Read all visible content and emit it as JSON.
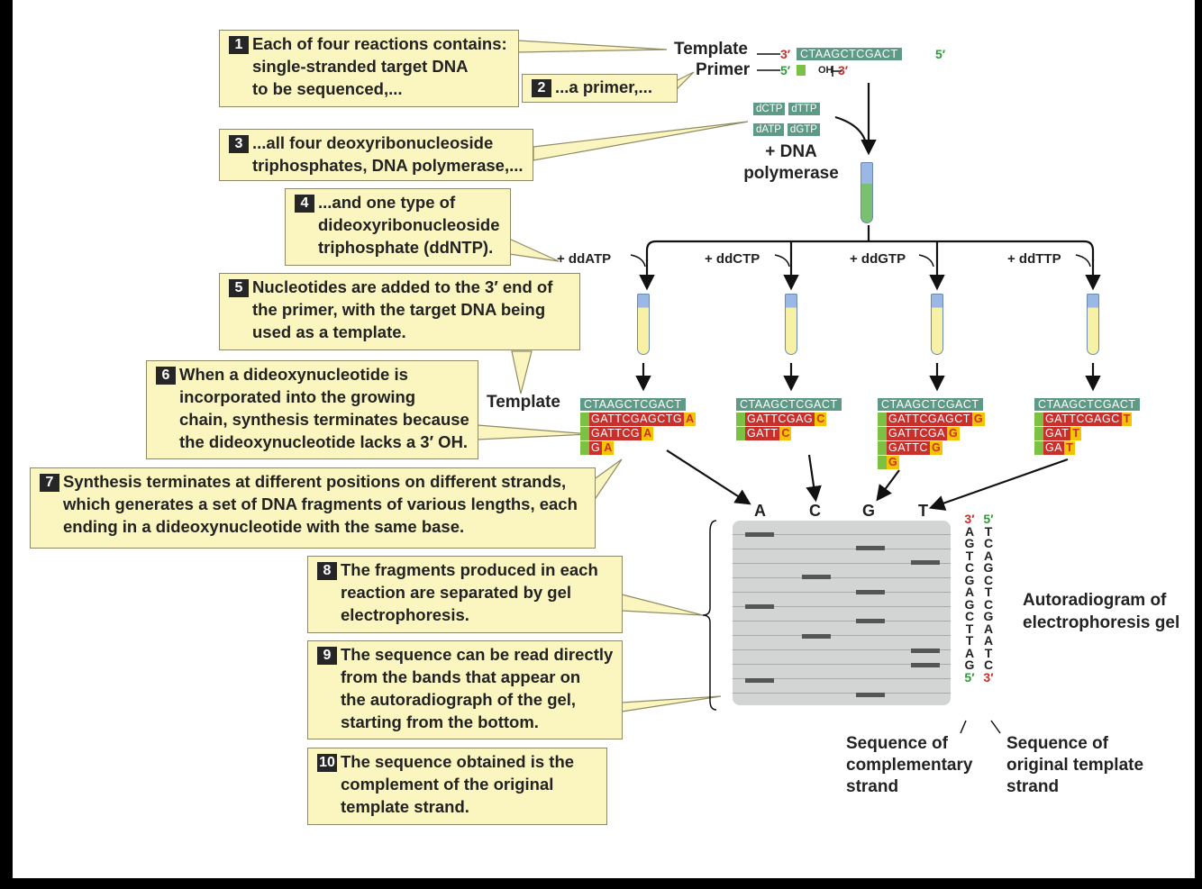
{
  "top": {
    "template_label": "Template",
    "primer_label": "Primer",
    "template_prime_left": "3′",
    "template_seq": "CTAAGCTCGACT",
    "template_prime_right": "5′",
    "primer_prime_left": "5′",
    "primer_oh": "OH",
    "primer_prime_right": "3′"
  },
  "ntps": [
    "dCTP",
    "dTTP",
    "dATP",
    "dGTP"
  ],
  "polymerase_label": [
    "+ DNA",
    "polymerase"
  ],
  "steps": [
    {
      "num": "1",
      "lines": [
        "Each of four reactions contains:",
        "single-stranded target DNA",
        "to be sequenced,..."
      ]
    },
    {
      "num": "2",
      "lines": [
        "...a primer,..."
      ]
    },
    {
      "num": "3",
      "lines": [
        "...all four deoxyribonucleoside",
        "triphosphates, DNA polymerase,..."
      ]
    },
    {
      "num": "4",
      "lines": [
        "...and one type of",
        "dideoxyribonucleoside",
        "triphosphate (ddNTP)."
      ]
    },
    {
      "num": "5",
      "lines": [
        "Nucleotides are added to the 3′ end of",
        "the primer, with the target DNA being",
        "used as a template."
      ]
    },
    {
      "num": "6",
      "lines": [
        "When a dideoxynucleotide is",
        "incorporated into the growing",
        "chain, synthesis terminates because",
        "the dideoxynucleotide lacks a 3′ OH."
      ]
    },
    {
      "num": "7",
      "lines": [
        "Synthesis terminates at different positions on different strands,",
        "which generates a set of DNA fragments of various lengths, each",
        "ending in a dideoxynucleotide with the same base."
      ]
    },
    {
      "num": "8",
      "lines": [
        "The fragments produced in each",
        "reaction are separated by gel",
        "electrophoresis."
      ]
    },
    {
      "num": "9",
      "lines": [
        "The sequence can be read directly",
        "from the bands that appear on",
        "the autoradiograph of the gel,",
        "starting from the bottom."
      ]
    },
    {
      "num": "10",
      "lines": [
        "The sequence obtained is the",
        "complement of the original",
        "template strand."
      ]
    }
  ],
  "ddntps": [
    "+ ddATP",
    "+ ddCTP",
    "+ ddGTP",
    "+ ddTTP"
  ],
  "template_row_label": "Template",
  "reactions": [
    {
      "template": "CTAAGCTCGACT",
      "fragments": [
        [
          "GATTCGAGCTG",
          "A"
        ],
        [
          "GATTCG",
          "A"
        ],
        [
          "G",
          "A"
        ]
      ]
    },
    {
      "template": "CTAAGCTCGACT",
      "fragments": [
        [
          "GATTCGAG",
          "C"
        ],
        [
          "GATT",
          "C"
        ]
      ]
    },
    {
      "template": "CTAAGCTCGACT",
      "fragments": [
        [
          "GATTCGAGCT",
          "G"
        ],
        [
          "GATTCGA",
          "G"
        ],
        [
          "GATTC",
          "G"
        ],
        [
          "",
          "G"
        ]
      ]
    },
    {
      "template": "CTAAGCTCGACT",
      "fragments": [
        [
          "GATTCGAGC",
          "T"
        ],
        [
          "GAT",
          "T"
        ],
        [
          "GA",
          "T"
        ]
      ]
    }
  ],
  "lanes": [
    "A",
    "C",
    "G",
    "T"
  ],
  "complementary_seq": {
    "top": "3′",
    "bases": [
      "A",
      "G",
      "T",
      "C",
      "G",
      "A",
      "G",
      "C",
      "T",
      "T",
      "A",
      "G"
    ],
    "bottom": "5′"
  },
  "template_seq_col": {
    "top": "5′",
    "bases": [
      "T",
      "C",
      "A",
      "G",
      "C",
      "T",
      "C",
      "G",
      "A",
      "A",
      "T",
      "C"
    ],
    "bottom": "3′"
  },
  "gel_caption": [
    "Autoradiogram of",
    "electrophoresis gel"
  ],
  "caption_complementary": [
    "Sequence of",
    "complementary",
    "strand"
  ],
  "caption_original": [
    "Sequence of",
    "original template",
    "strand"
  ]
}
